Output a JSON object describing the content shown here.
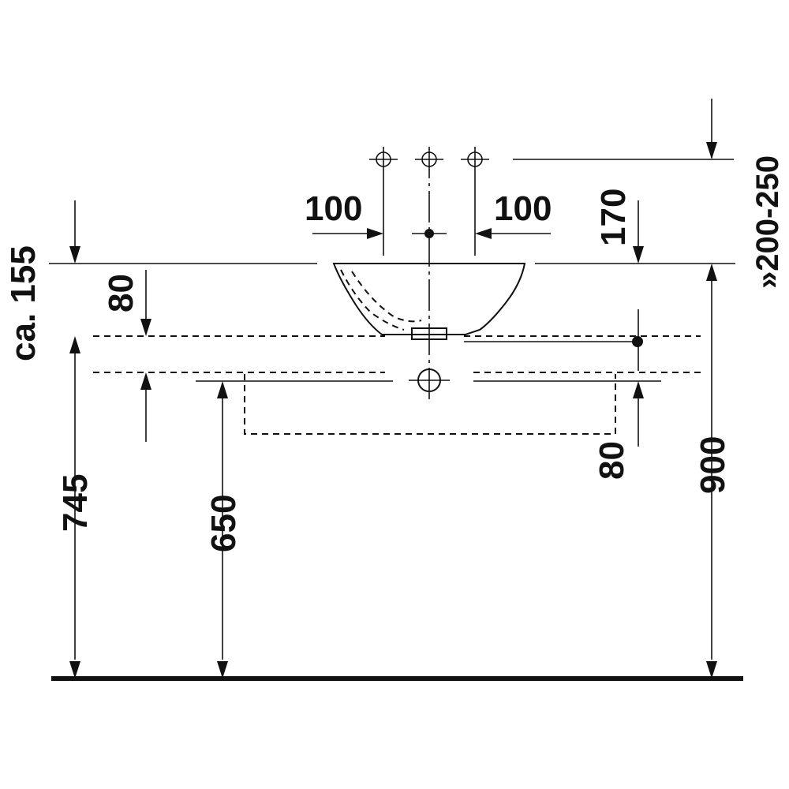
{
  "dimensions": {
    "left_spacing": "100",
    "right_spacing": "100",
    "top_height": "170",
    "range": "»200-250",
    "bowl_height": "ca. 155",
    "overflow_offset": "80",
    "waste_offset": "80",
    "counter_height": "745",
    "trap_height": "650",
    "tap_height": "900"
  },
  "colors": {
    "ink": "#111111",
    "background": "#ffffff"
  }
}
